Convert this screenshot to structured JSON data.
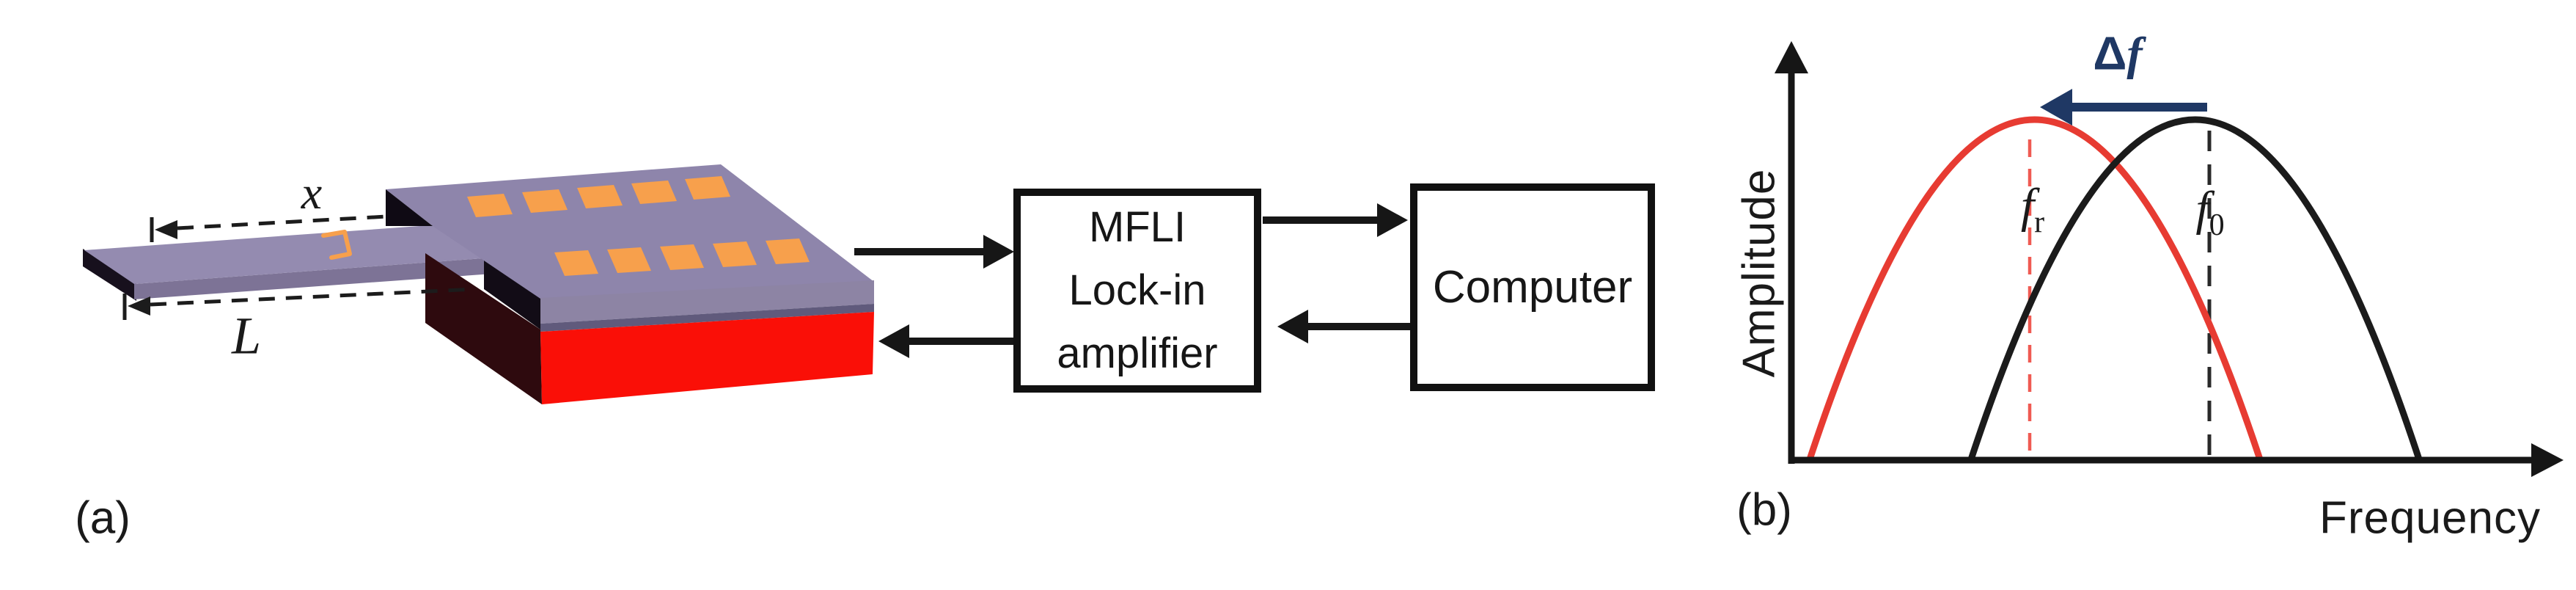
{
  "panel_a": {
    "label": "(a)",
    "dim_x_label": "x",
    "dim_L_label": "L",
    "mfli_box": {
      "lines": [
        "MFLI",
        "Lock-in",
        "amplifier"
      ]
    },
    "computer_box": {
      "label": "Computer"
    },
    "device_colors": {
      "chip_top": "#8e85ab",
      "beam_top": "#948bb0",
      "pads": "#f7a04c",
      "substrate_front": "#fa0f07",
      "substrate_side": "#2e0a0e",
      "shadow_faces": "#140d17"
    }
  },
  "panel_b": {
    "label": "(b)",
    "y_axis_label": "Amplitude",
    "x_axis_label": "Frequency",
    "delta": {
      "symbol": "Δ",
      "f": "f"
    },
    "delta_arrow_color": "#1f3864",
    "peaks": [
      {
        "symbol": "f",
        "subscript": "r",
        "curve_color": "#e73b32",
        "dashed_line_color": "#ef5a52"
      },
      {
        "symbol": "f",
        "subscript": "0",
        "curve_color": "#1b1b1b",
        "dashed_line_color": "#2a2a2a"
      }
    ]
  },
  "chart_data": {
    "type": "line",
    "title": "",
    "xlabel": "Frequency",
    "ylabel": "Amplitude",
    "axes_quantitative": false,
    "series": [
      {
        "name": "shifted resonance (peak at f_r)",
        "color": "#e73b32",
        "baseline_span_frac": [
          0.02,
          0.62
        ],
        "peak_x_frac": 0.32,
        "peak_amplitude_frac": 1.0
      },
      {
        "name": "natural resonance (peak at f_0)",
        "color": "#1b1b1b",
        "baseline_span_frac": [
          0.24,
          0.84
        ],
        "peak_x_frac": 0.54,
        "peak_amplitude_frac": 1.0
      }
    ],
    "annotations": [
      "Δf arrow pointing from f_0 toward f_r (leftward frequency shift)"
    ],
    "legend": "none",
    "grid": false
  }
}
